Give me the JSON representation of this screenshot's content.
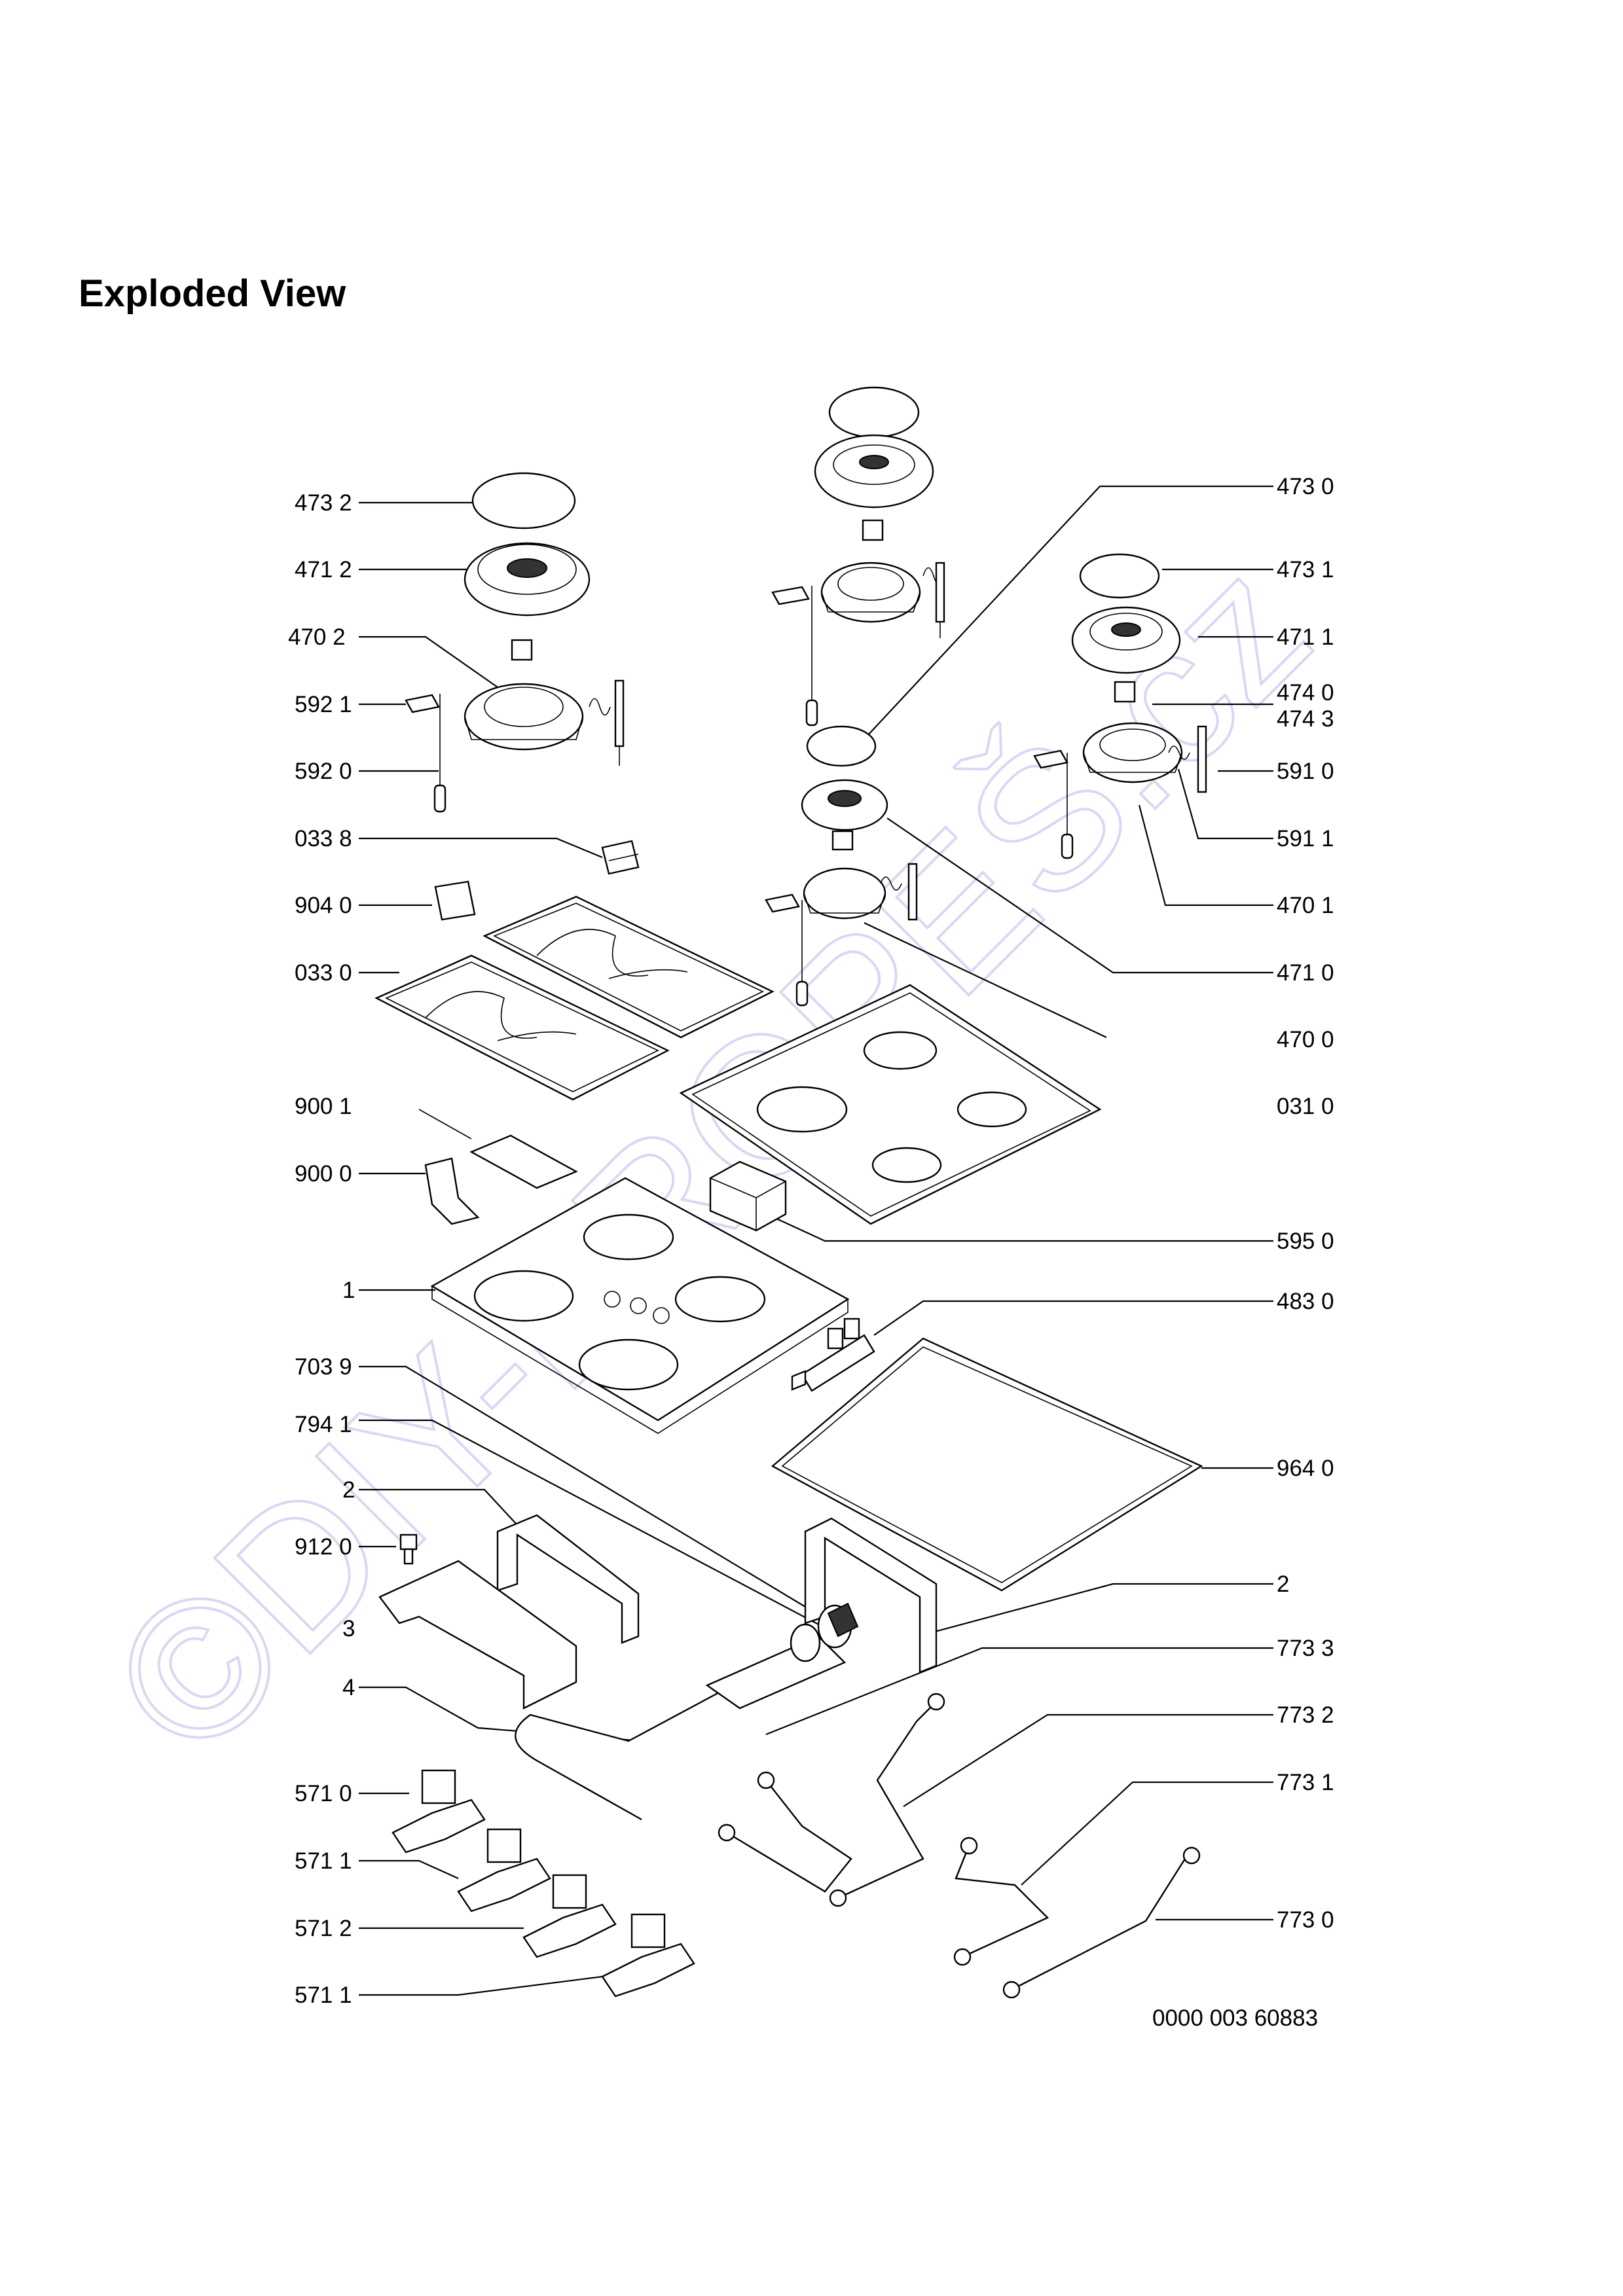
{
  "page": {
    "title": "Exploded View",
    "doc_code": "0000  003  60883",
    "watermark": "©DIY-PROPEŠ.cz"
  },
  "labels": {
    "left": [
      {
        "id": "l-4732",
        "text": "473 2"
      },
      {
        "id": "l-4712",
        "text": "471 2"
      },
      {
        "id": "l-4702",
        "text": "470  2"
      },
      {
        "id": "l-5921",
        "text": "592 1"
      },
      {
        "id": "l-5920",
        "text": "592 0"
      },
      {
        "id": "l-0338",
        "text": "033 8"
      },
      {
        "id": "l-9040",
        "text": "904 0"
      },
      {
        "id": "l-0330",
        "text": "033 0"
      },
      {
        "id": "l-9001",
        "text": "900 1"
      },
      {
        "id": "l-9000",
        "text": "900 0"
      },
      {
        "id": "l-1",
        "text": "1"
      },
      {
        "id": "l-7039",
        "text": "703 9"
      },
      {
        "id": "l-7941",
        "text": "794 1"
      },
      {
        "id": "l-2a",
        "text": "2"
      },
      {
        "id": "l-9120",
        "text": "912 0"
      },
      {
        "id": "l-3",
        "text": "3"
      },
      {
        "id": "l-4",
        "text": "4"
      },
      {
        "id": "l-5710",
        "text": "571 0"
      },
      {
        "id": "l-5711a",
        "text": "571 1"
      },
      {
        "id": "l-5712",
        "text": "571 2"
      },
      {
        "id": "l-5711b",
        "text": "571 1"
      }
    ],
    "right": [
      {
        "id": "r-4730",
        "text": "473 0"
      },
      {
        "id": "r-4731",
        "text": "473 1"
      },
      {
        "id": "r-4711",
        "text": "471 1"
      },
      {
        "id": "r-4740",
        "text": "474 0"
      },
      {
        "id": "r-4743",
        "text": "474 3"
      },
      {
        "id": "r-5910",
        "text": "591 0"
      },
      {
        "id": "r-5911",
        "text": "591 1"
      },
      {
        "id": "r-4701",
        "text": "470 1"
      },
      {
        "id": "r-4710",
        "text": "471 0"
      },
      {
        "id": "r-4700",
        "text": "470 0"
      },
      {
        "id": "r-0310",
        "text": "031 0"
      },
      {
        "id": "r-5950",
        "text": "595 0"
      },
      {
        "id": "r-4830",
        "text": "483 0"
      },
      {
        "id": "r-9640",
        "text": "964 0"
      },
      {
        "id": "r-2b",
        "text": "2"
      },
      {
        "id": "r-7733",
        "text": "773 3"
      },
      {
        "id": "r-7732",
        "text": "773 2"
      },
      {
        "id": "r-7731",
        "text": "773 1"
      },
      {
        "id": "r-7730",
        "text": "773 0"
      }
    ]
  }
}
